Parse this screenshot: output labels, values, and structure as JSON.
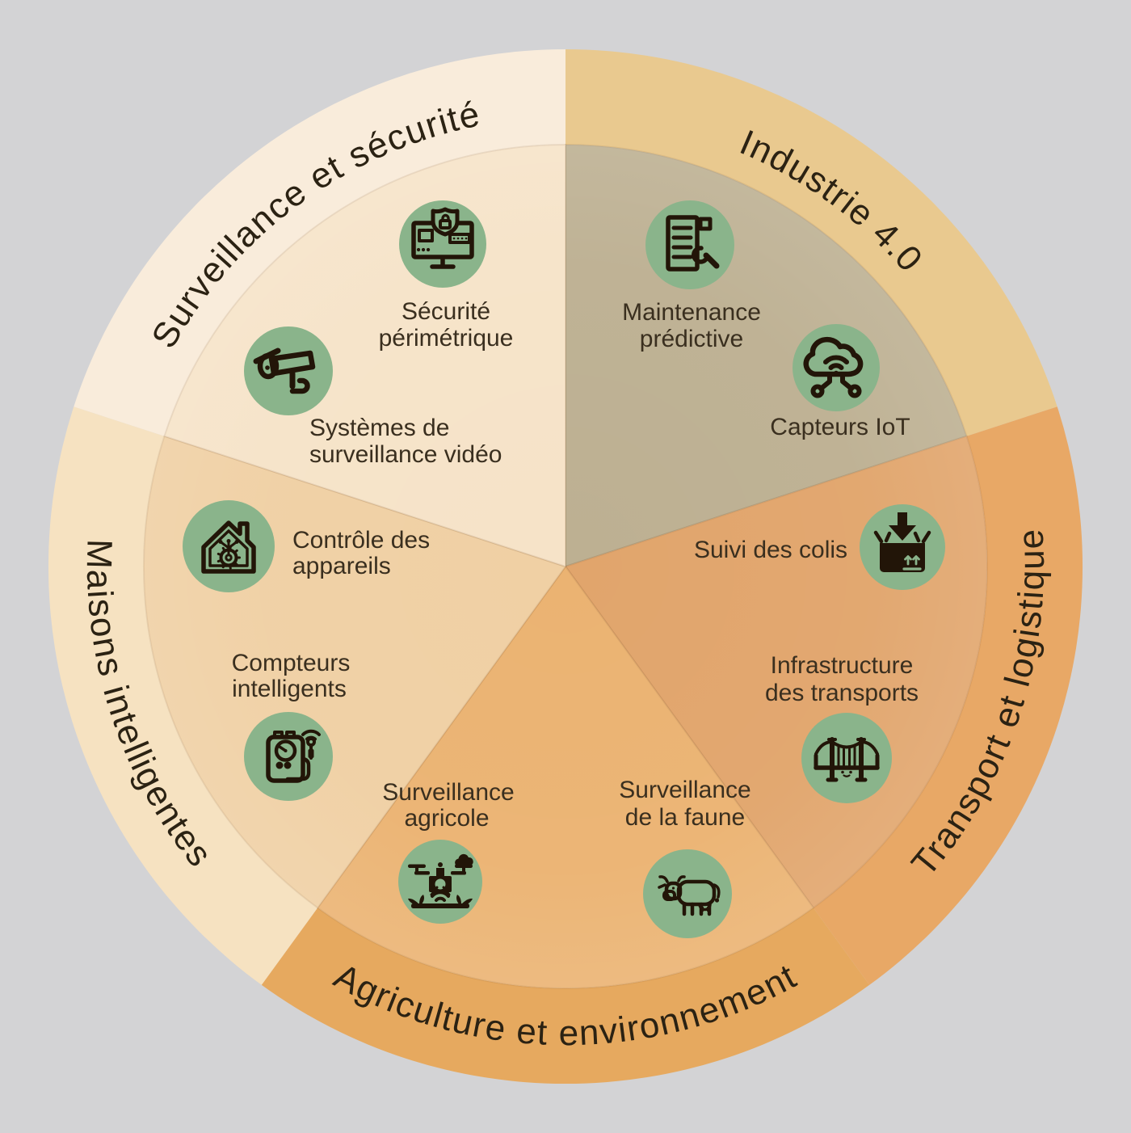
{
  "background_color": "#d3d3d5",
  "wheel": {
    "icon_circle_color": "#8ab48b",
    "icon_glyph_color": "#221508",
    "category_label_color": "#2b2213",
    "item_label_color": "#3a2f1f",
    "sectors": [
      {
        "id": "surveillance-securite",
        "label": "Surveillance et sécurité",
        "ring_color": "#f9ecdb",
        "inner_color": "#f6e3c8",
        "items": [
          {
            "label_line1": "Sécurité",
            "label_line2": "périmétrique",
            "icon": "monitor-lock-icon"
          },
          {
            "label_line1": "Systèmes de",
            "label_line2": "surveillance vidéo",
            "icon": "cctv-camera-icon"
          }
        ]
      },
      {
        "id": "industrie-4-0",
        "label": "Industrie 4.0",
        "ring_color": "#e9c98f",
        "inner_color": "#bdb092",
        "items": [
          {
            "label_line1": "Maintenance",
            "label_line2": "prédictive",
            "icon": "server-wrench-icon"
          },
          {
            "label_line1": "Capteurs IoT",
            "label_line2": "",
            "icon": "cloud-network-icon"
          }
        ]
      },
      {
        "id": "transport-logistique",
        "label": "Transport et logistique",
        "ring_color": "#e8a866",
        "inner_color": "#e1a56c",
        "items": [
          {
            "label_line1": "Suivi des colis",
            "label_line2": "",
            "icon": "parcel-arrow-icon"
          },
          {
            "label_line1": "Infrastructure",
            "label_line2": "des transports",
            "icon": "bridge-icon"
          }
        ]
      },
      {
        "id": "agriculture-environnement",
        "label": "Agriculture et environnement",
        "ring_color": "#e6a95f",
        "inner_color": "#ebb372",
        "items": [
          {
            "label_line1": "Surveillance",
            "label_line2": "agricole",
            "icon": "agri-drone-icon"
          },
          {
            "label_line1": "Surveillance",
            "label_line2": "de la faune",
            "icon": "cow-icon"
          }
        ]
      },
      {
        "id": "maisons-intelligentes",
        "label": "Maisons intelligentes",
        "ring_color": "#f6e2c1",
        "inner_color": "#f0d0a4",
        "items": [
          {
            "label_line1": "Contrôle des",
            "label_line2": "appareils",
            "icon": "smart-home-icon"
          },
          {
            "label_line1": "Compteurs",
            "label_line2": "intelligents",
            "icon": "smart-meter-icon"
          }
        ]
      }
    ]
  }
}
